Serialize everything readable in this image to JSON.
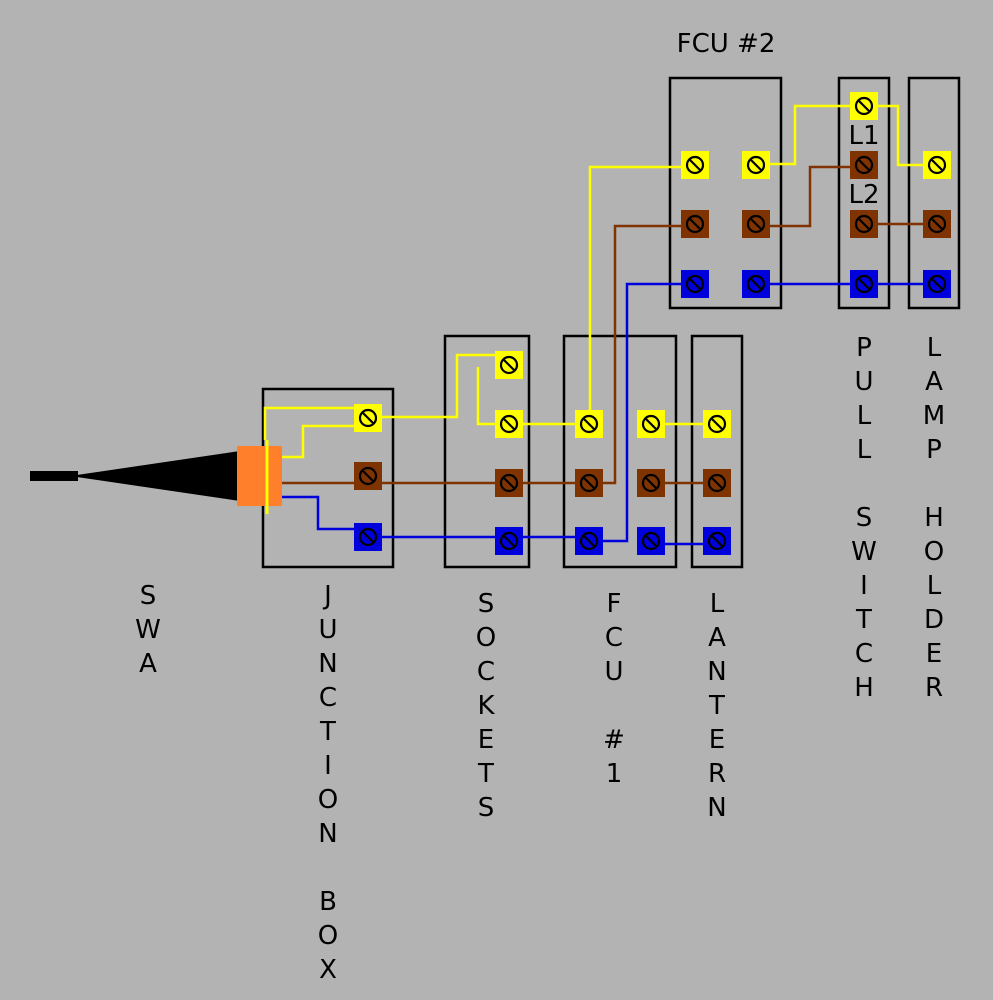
{
  "colors": {
    "background": "#b3b3b3",
    "live": "#ffff00",
    "switched": "#7f3300",
    "neutral": "#0000dd",
    "gland": "#ff7f2a",
    "cable": "#000000",
    "outline": "#000000"
  },
  "labels": {
    "swa": "SWA",
    "junction_box": "JUNCTION BOX",
    "sockets": "SOCKETS",
    "fcu1": "FCU #1",
    "lantern": "LANTERN",
    "fcu2": "FCU #2",
    "pull_switch": "PULL SWITCH",
    "lamp_holder": "LAMP HOLDER",
    "l1": "L1",
    "l2": "L2"
  },
  "icons": {
    "terminal": "screw-terminal-icon",
    "gland": "cable-gland-icon"
  }
}
